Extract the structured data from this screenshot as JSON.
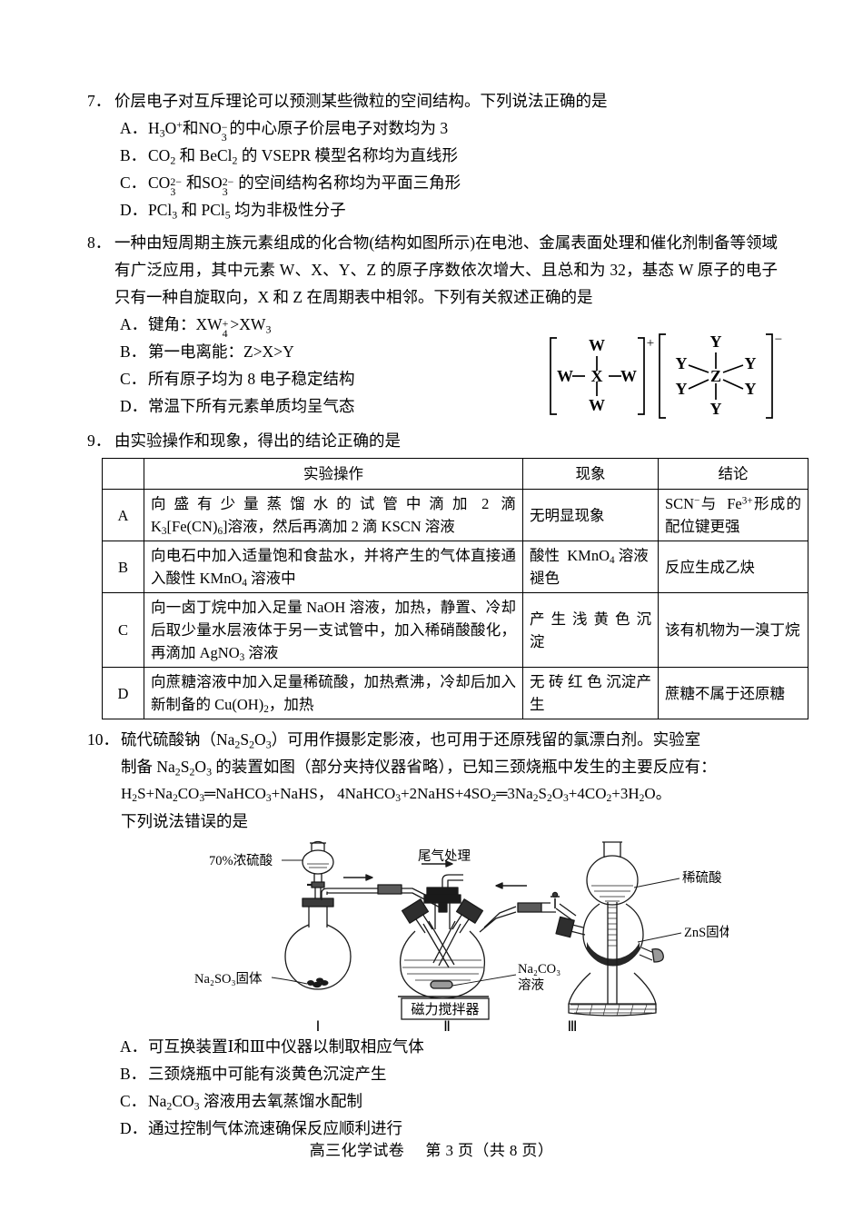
{
  "page": {
    "footer_left": "高三化学试卷",
    "footer_right": "第 3 页（共 8 页）"
  },
  "questions": [
    {
      "number": "7．",
      "stem": "价层电子对互斥理论可以预测某些微粒的空间结构。下列说法正确的是",
      "options": [
        {
          "letter": "A．",
          "text_html": "H<sub>3</sub>O<sup>+</sup>和NO<span class=\"stack\"><sup>−</sup><sub>3</sub></span>&nbsp;&nbsp;的中心原子价层电子对数均为 3"
        },
        {
          "letter": "B．",
          "text_html": "CO<sub>2</sub> 和 BeCl<sub>2</sub> 的 VSEPR 模型名称均为直线形"
        },
        {
          "letter": "C．",
          "text_html": "CO<span class=\"stack\"><sup>2−</sup><sub>3</sub></span>&nbsp;&nbsp;&nbsp;&nbsp;和SO<span class=\"stack\"><sup>2−</sup><sub>3</sub></span>&nbsp;&nbsp;&nbsp;&nbsp;的空间结构名称均为平面三角形"
        },
        {
          "letter": "D．",
          "text_html": "PCl<sub>3</sub> 和 PCl<sub>5</sub> 均为非极性分子"
        }
      ]
    },
    {
      "number": "8．",
      "stem": "一种由短周期主族元素组成的化合物(结构如图所示)在电池、金属表面处理和催化剂制备等领域有广泛应用，其中元素 W、X、Y、Z 的原子序数依次增大、且总和为 32，基态 W 原子的电子只有一种自旋取向，X 和 Z 在周期表中相邻。下列有关叙述正确的是",
      "options": [
        {
          "letter": "A．",
          "text_html": "键角：XW<span class=\"stack\"><sup>+</sup><sub>4</sub></span>&nbsp;&nbsp;&gt;XW<sub>3</sub>"
        },
        {
          "letter": "B．",
          "text_html": "第一电离能：Z&gt;X&gt;Y"
        },
        {
          "letter": "C．",
          "text_html": "所有原子均为 8 电子稳定结构"
        },
        {
          "letter": "D．",
          "text_html": "常温下所有元素单质均呈气态"
        }
      ],
      "figure": {
        "cation_center": "X",
        "cation_ligand": "W",
        "cation_charge": "+",
        "anion_center": "Z",
        "anion_ligand": "Y",
        "anion_charge": "−"
      }
    },
    {
      "number": "9．",
      "stem": "由实验操作和现象，得出的结论正确的是"
    },
    {
      "number": "10．",
      "stem_lines": [
        "硫代硫酸钠（Na<sub>2</sub>S<sub>2</sub>O<sub>3</sub>）可用作摄影定影液，也可用于还原残留的氯漂白剂。实验室",
        "制备 Na<sub>2</sub>S<sub>2</sub>O<sub>3</sub> 的装置如图（部分夹持仪器省略），已知三颈烧瓶中发生的主要反应有：",
        "H<sub>2</sub>S+Na<sub>2</sub>CO<sub>3</sub>═NaHCO<sub>3</sub>+NaHS，&nbsp;4NaHCO<sub>3</sub>+2NaHS+4SO<sub>2</sub>═3Na<sub>2</sub>S<sub>2</sub>O<sub>3</sub>+4CO<sub>2</sub>+3H<sub>2</sub>O。",
        "下列说法错误的是"
      ],
      "options": [
        {
          "letter": "A．",
          "text_html": "可互换装置Ⅰ和Ⅲ中仪器以制取相应气体"
        },
        {
          "letter": "B．",
          "text_html": "三颈烧瓶中可能有淡黄色沉淀产生"
        },
        {
          "letter": "C．",
          "text_html": "Na<sub>2</sub>CO<sub>3</sub> 溶液用去氧蒸馏水配制"
        },
        {
          "letter": "D．",
          "text_html": "通过控制气体流速确保反应顺利进行"
        }
      ]
    }
  ],
  "table": {
    "headers": [
      "",
      "实验操作",
      "现象",
      "结论"
    ],
    "rows": [
      {
        "label": "A",
        "operation_html": "向 盛 有 少 量 蒸 馏 水 的 试 管 中 滴 加&nbsp; 2&nbsp; 滴 K<sub>3</sub>[Fe(CN)<sub>6</sub>]溶液，然后再滴加 2 滴 KSCN 溶液",
        "phenomenon_html": "无明显现象",
        "conclusion_html": "SCN<sup>−</sup>与&nbsp; Fe<sup>3+</sup>形成的配位键更强"
      },
      {
        "label": "B",
        "operation_html": "向电石中加入适量饱和食盐水，并将产生的气体直接通入酸性 KMnO<sub>4</sub> 溶液中",
        "phenomenon_html": "酸性&nbsp; KMnO<sub>4</sub> 溶液褪色",
        "conclusion_html": "反应生成乙炔"
      },
      {
        "label": "C",
        "operation_html": "向一卤丁烷中加入足量 NaOH 溶液，加热，静置、冷却后取少量水层液体于另一支试管中，加入稀硝酸酸化，再滴加 AgNO<sub>3</sub> 溶液",
        "phenomenon_html": "产 生 浅 黄 色 沉淀",
        "conclusion_html": "该有机物为一溴丁烷"
      },
      {
        "label": "D",
        "operation_html": "向蔗糖溶液中加入足量稀硫酸，加热煮沸，冷却后加入新制备的 Cu(OH)<sub>2</sub>，加热",
        "phenomenon_html": "无 砖 红 色 沉淀产生",
        "conclusion_html": "蔗糖不属于还原糖"
      }
    ]
  },
  "apparatus": {
    "labels": {
      "sulfuric_acid": "70%浓硫酸",
      "sodium_sulfite": "Na₂SO₃固体",
      "tail_gas": "尾气处理",
      "stirrer": "磁力搅拌器",
      "sodium_carbonate_line1": "Na₂CO₃",
      "sodium_carbonate_line2": "溶液",
      "dilute_sulfuric_acid": "稀硫酸",
      "zns_solid": "ZnS固体"
    },
    "numerals": [
      "Ⅰ",
      "Ⅱ",
      "Ⅲ"
    ]
  }
}
